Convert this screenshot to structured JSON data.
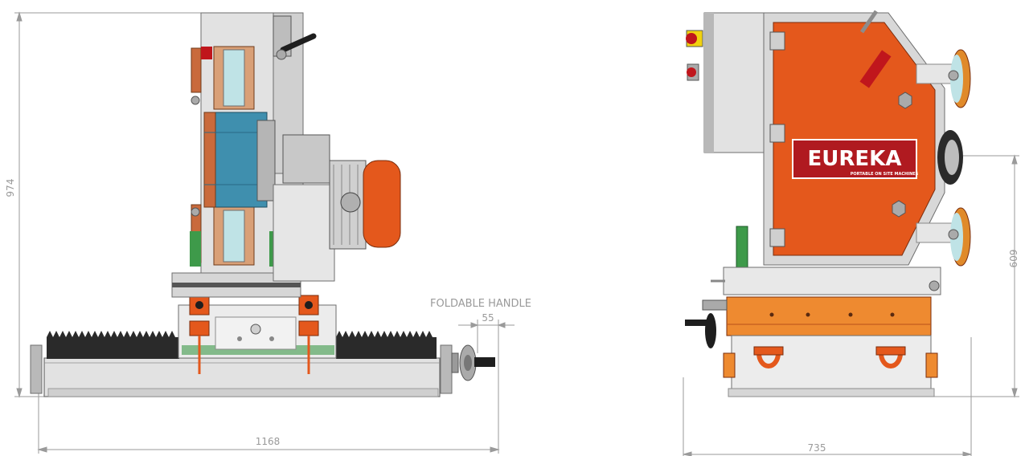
{
  "drawing": {
    "front_view": {
      "height_dim": "974",
      "width_dim": "1168",
      "handle_label": "FOLDABLE HANDLE",
      "handle_dim": "55"
    },
    "side_view": {
      "height_dim": "609",
      "width_dim": "735",
      "brand_name": "EUREKA",
      "brand_tagline": "PORTABLE ON SITE MACHINES"
    }
  },
  "colors": {
    "orange": "#e4581c",
    "steel": "#d6d6d6",
    "steel_dark": "#8c8c8c",
    "blue": "#3f8fae",
    "black": "#1e1e1e",
    "red": "#c0161c",
    "green": "#3e9a4a",
    "dim_line": "#9a9a9a"
  }
}
